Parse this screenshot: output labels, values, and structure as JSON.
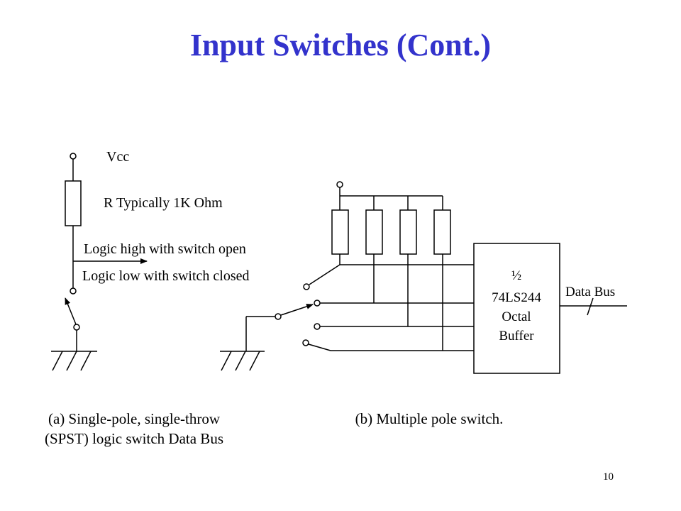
{
  "title": "Input Switches (Cont.)",
  "spst": {
    "vcc_label": "Vcc",
    "resistor_label": "R Typically 1K Ohm",
    "high_label": "Logic high with switch open",
    "low_label": "Logic low with switch closed"
  },
  "multipole": {
    "buffer_half": "½",
    "buffer_part": "74LS244",
    "buffer_type": "Octal",
    "buffer_word": "Buffer",
    "bus_label": "Data Bus"
  },
  "captions": {
    "a_line1": "(a) Single-pole, single-throw",
    "a_line2": "(SPST) logic switch Data Bus",
    "b": "(b) Multiple pole switch."
  },
  "page_number": "10",
  "colors": {
    "title": "#3333cc",
    "line": "#000000"
  }
}
